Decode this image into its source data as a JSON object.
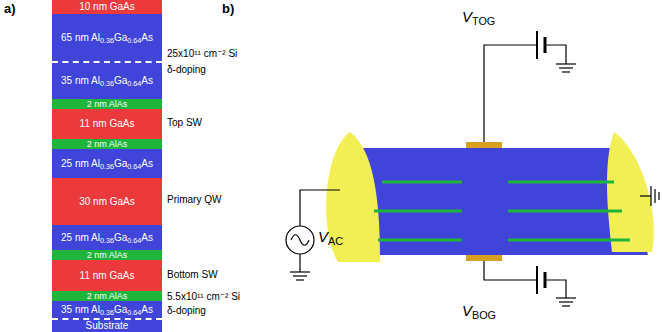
{
  "diagram": {
    "nodes": [
      {
        "text": [
          "10 nm GaAs"
        ]
      },
      {
        "text": [
          "65 nm Al0.36Ga0.64As"
        ]
      },
      {
        "text": [
          "35 nm Al0.36Ga0.64As"
        ]
      },
      {
        "text": [
          "2 nm AlAs"
        ]
      },
      {
        "text": [
          "11 nm GaAs"
        ]
      },
      {
        "text": [
          "2 nm AlAs"
        ]
      },
      {
        "text": [
          "25 nm Al0.36Ga0.64As"
        ]
      },
      {
        "text": [
          "30 nm GaAs"
        ]
      },
      {
        "text": [
          "25 nm Al0.36Ga0.64As"
        ]
      },
      {
        "text": [
          "2 nm AlAs"
        ]
      },
      {
        "text": [
          "11 nm GaAs"
        ]
      },
      {
        "text": [
          "2 nm AlAs"
        ]
      },
      {
        "text": [
          "35 nm Al0.36Ga0.64As"
        ]
      },
      {
        "text": [
          "Substrate"
        ]
      }
    ],
    "labels": [
      "a)",
      "b)",
      "25x10¹¹ cm⁻² Si δ-doping",
      "Top SW",
      "Primary QW",
      "Bottom SW",
      "5.5x10¹¹ cm⁻² Si δ-doping",
      "VTOG",
      "VAC",
      "VBOG"
    ]
  }
}
